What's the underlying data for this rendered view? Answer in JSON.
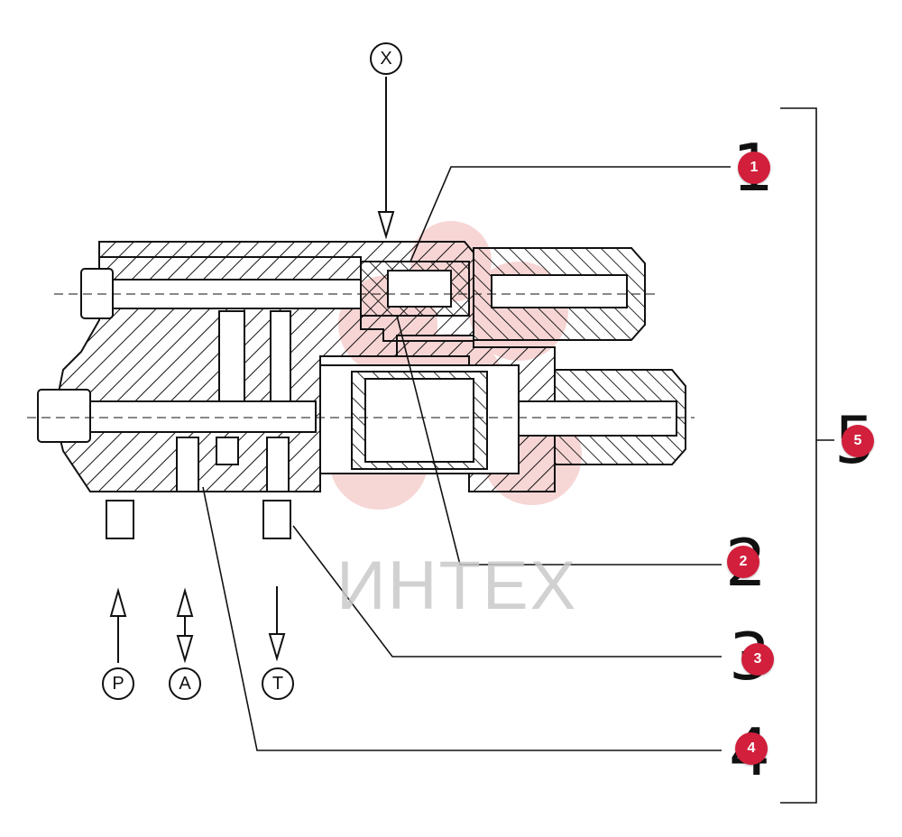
{
  "diagram": {
    "top_port": "X",
    "ports": {
      "p": "P",
      "a": "A",
      "t": "T"
    },
    "part_numbers": {
      "n1": "1",
      "n2": "2",
      "n3": "3",
      "n4": "4",
      "n5": "5"
    },
    "hotspots": {
      "h1": "1",
      "h2": "2",
      "h3": "3",
      "h4": "4",
      "h5": "5"
    },
    "watermark_text": "ИНТЕХ",
    "colors": {
      "hotspot": "#d11f3c",
      "line": "#111111",
      "watermark": "#e9a3a3"
    }
  }
}
